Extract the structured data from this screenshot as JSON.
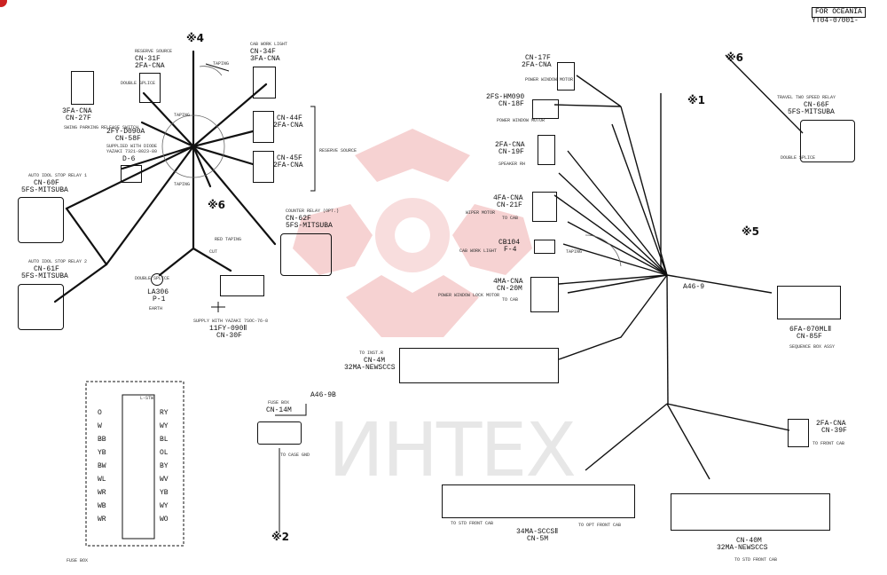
{
  "colors": {
    "watermark": "#f2b7b7",
    "ink": "#111111",
    "badge": "#cc2222"
  },
  "header": {
    "region": "FOR OCEANIA",
    "code": "YT04-07001-"
  },
  "watermark": {
    "text": "ИНТЕХ"
  },
  "markers": {
    "m4": "※4",
    "m6a": "※6",
    "m6b": "※6",
    "m1": "※1",
    "m5": "※5",
    "m2": "※2"
  },
  "harness": {
    "main": "A46-9",
    "fuse": "A46-9B"
  },
  "connectors": {
    "cn34f": {
      "desc": "CAB WORK LIGHT",
      "id": "CN-34F",
      "type": "3FA-CNA"
    },
    "cn31f": {
      "desc": "RESERVE SOURCE",
      "id": "CN-31F",
      "type": "2FA-CNA"
    },
    "cn27f": {
      "type": "3FA-CNA",
      "id": "CN-27F",
      "desc": "SWING PARKING RELEASE SWITCH"
    },
    "cn58f": {
      "type": "2FY-D090A",
      "id": "CN-58F",
      "desc": "SUPPLIED WITH DIODE",
      "extra": "YAZAKI 7321-8023-80"
    },
    "d6": {
      "id": "D-6"
    },
    "cn44f": {
      "id": "CN-44F",
      "type": "2FA-CNA"
    },
    "cn45f": {
      "id": "CN-45F",
      "type": "2FA-CNA"
    },
    "reserve": {
      "text": "RESERVE SOURCE"
    },
    "cn60f": {
      "desc": "AUTO IDOL STOP RELAY 1",
      "id": "CN-60F",
      "type": "5FS-MITSUBA"
    },
    "cn61f": {
      "desc": "AUTO IDOL STOP RELAY 2",
      "id": "CN-61F",
      "type": "5FS-MITSUBA"
    },
    "cn62f": {
      "desc": "COUNTER RELAY (OPT.)",
      "id": "CN-62F",
      "type": "5FS-MITSUBA"
    },
    "la306": {
      "id": "LA306",
      "sub": "P-1",
      "desc": "EARTH"
    },
    "cn30f": {
      "desc": "SUPPLY WITH YAZAKI 7SOC-76-8",
      "type": "11FY-090Ⅱ",
      "id": "CN-30F"
    },
    "cn17f": {
      "id": "CN-17F",
      "type": "2FA-CNA",
      "desc": "POWER WINDOW MOTOR"
    },
    "cn18f": {
      "type": "2FS-HM090",
      "id": "CN-18F",
      "desc": "POWER WINDOW MOTOR"
    },
    "cn19f": {
      "type": "2FA-CNA",
      "id": "CN-19F",
      "desc": "SPEAKER RH"
    },
    "cn21f": {
      "type": "4FA-CNA",
      "id": "CN-21F",
      "desc": "WIPER MOTOR",
      "to": "TO CAB"
    },
    "cb104": {
      "id": "CB104",
      "sub": "F-4",
      "desc": "CAB WORK LIGHT"
    },
    "cn20m": {
      "type": "4MA-CNA",
      "id": "CN-20M",
      "desc": "POWER WINDOW LOCK MOTOR",
      "to": "TO CAB"
    },
    "cn4m": {
      "to": "TO INST.R",
      "id": "CN-4M",
      "type": "32MA-NEWSCCS"
    },
    "cn66f": {
      "desc": "TRAVEL TWO SPEED RELAY",
      "id": "CN-66F",
      "type": "5FS-MITSUBA"
    },
    "cn85f": {
      "type": "6FA-070MLⅡ",
      "id": "CN-85F",
      "desc": "SEQUENCE BOX ASSY"
    },
    "cn39f": {
      "type": "2FA-CNA",
      "id": "CN-39F",
      "to": "TO FRONT CAB"
    },
    "cn14m": {
      "desc": "FUSE BOX",
      "id": "CN-14M",
      "to": "TO CASE GND"
    },
    "cn5m": {
      "type": "34MA-SCCSⅡ",
      "id": "CN-5M",
      "to1": "TO STD FRONT CAB",
      "to2": "TO OPT FRONT CAB"
    },
    "cn40m": {
      "id": "CN-40M",
      "type": "32MA-NEWSCCS",
      "to": "TO STD FRONT CAB"
    },
    "fusebox": {
      "label": "FUSE BOX",
      "stw": "L-STW"
    }
  },
  "annotations": {
    "taping": "TAPING",
    "double_splice": "DOUBLE SPLICE",
    "red_taping": "RED TAPING",
    "cut": "CUT"
  },
  "fuse_rows_left": [
    "O",
    "W",
    "BB",
    "YB",
    "BW",
    "WL",
    "WR",
    "WB",
    "WR"
  ],
  "fuse_rows_right": [
    "RY",
    "WY",
    "BL",
    "OL",
    "BY",
    "WV",
    "YB",
    "WY",
    "WO"
  ]
}
